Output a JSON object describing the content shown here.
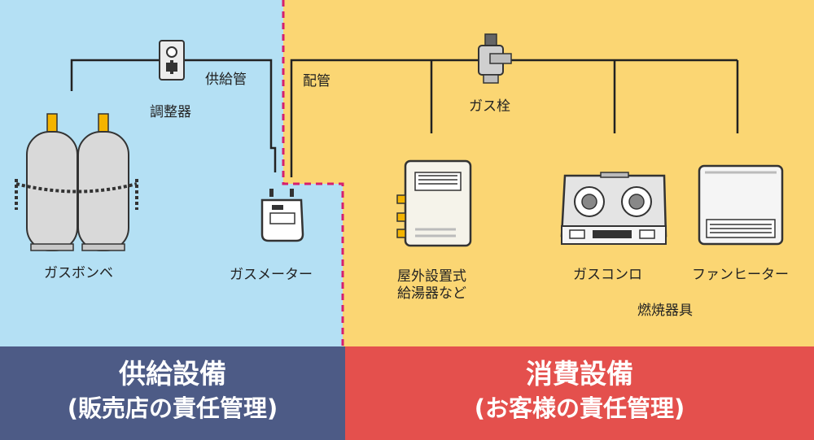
{
  "colors": {
    "supply_bg": "#b4e0f4",
    "consumer_bg": "#fbd673",
    "supply_footer": "#4d5b86",
    "consumer_footer": "#e4504d",
    "boundary_line": "#d61f6e",
    "pipe": "#222222"
  },
  "labels": {
    "cylinder": "ガスボンベ",
    "regulator": "調整器",
    "supply_pipe": "供給管",
    "meter": "ガスメーター",
    "piping": "配管",
    "gas_valve": "ガス栓",
    "water_heater": "屋外設置式\n給湯器など",
    "stove": "ガスコンロ",
    "fan_heater": "ファンヒーター",
    "appliances": "燃焼器具"
  },
  "footer": {
    "supply_title": "供給設備",
    "supply_sub": "(販売店の責任管理)",
    "consumer_title": "消費設備",
    "consumer_sub": "(お客様の責任管理)"
  }
}
